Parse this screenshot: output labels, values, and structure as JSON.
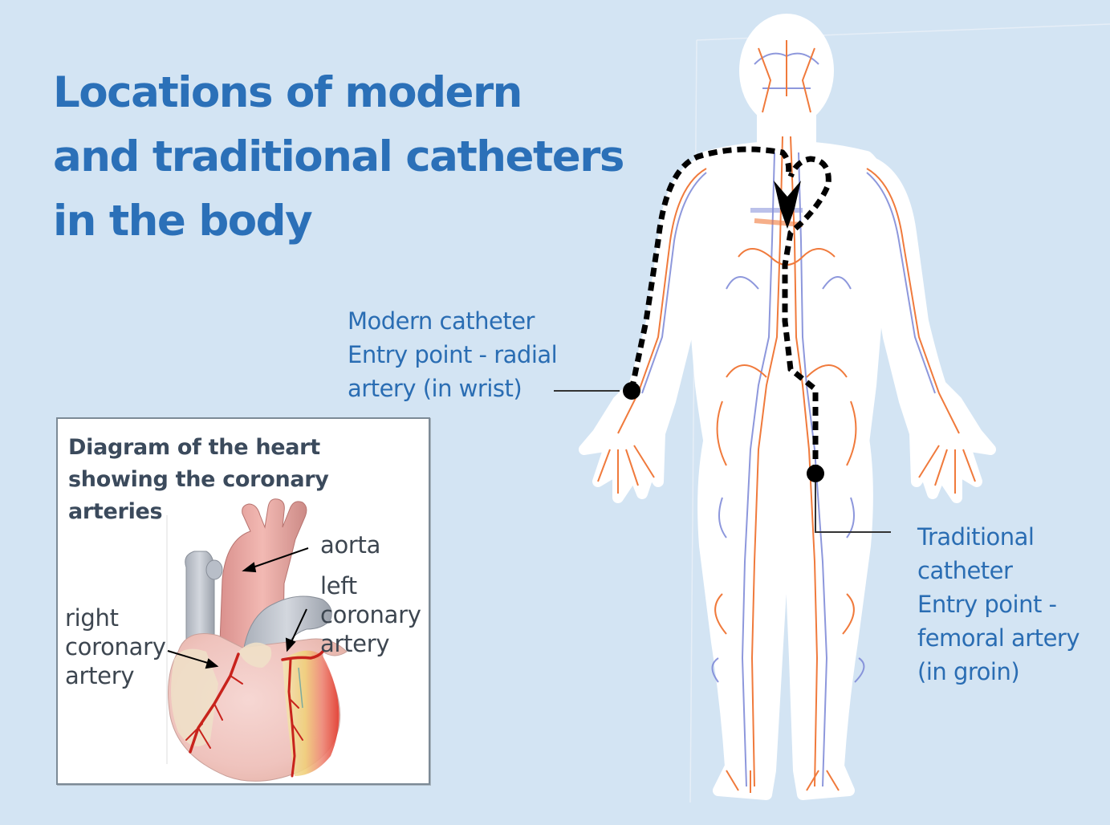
{
  "title": {
    "lines": [
      "Locations of modern",
      "and traditional catheters",
      "in the body"
    ]
  },
  "body_figure": {
    "modern_catheter_label": {
      "lines": [
        "Modern catheter",
        "Entry point - radial",
        "artery (in wrist)"
      ]
    },
    "traditional_catheter_label": {
      "lines": [
        "Traditional",
        "catheter",
        "Entry point -",
        "femoral artery",
        "(in groin)"
      ]
    },
    "colors": {
      "artery": "#f07a3c",
      "vein": "#7a86d6",
      "catheter_path": "#000000",
      "silhouette": "#ffffff"
    }
  },
  "heart_inset": {
    "title": {
      "lines": [
        "Diagram of the heart",
        "showing the coronary",
        "arteries"
      ]
    },
    "labels": {
      "aorta": [
        "aorta"
      ],
      "left_coronary_artery": [
        "left",
        "coronary",
        "artery"
      ],
      "right_coronary_artery": [
        "right",
        "coronary",
        "artery"
      ]
    }
  },
  "colors": {
    "background": "#d3e4f3",
    "title_text": "#2b70b8",
    "label_text": "#2a6db3",
    "inset_title_text": "#3b4a5c",
    "inset_label_text": "#3d4650"
  }
}
